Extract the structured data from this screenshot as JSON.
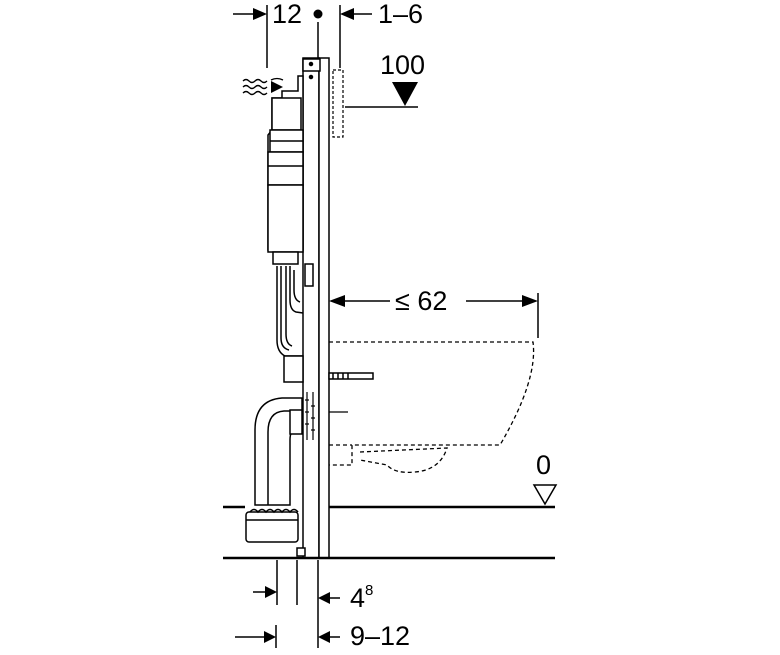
{
  "dimensions": {
    "top_left": "12",
    "top_right": "1–6",
    "height_mark": "100",
    "projection": "≤ 62",
    "floor_level": "0",
    "wall_gap_base": "4",
    "wall_gap_sup": "8",
    "bottom_span": "9–12"
  },
  "colors": {
    "line": "#000000",
    "fill": "#ffffff"
  }
}
